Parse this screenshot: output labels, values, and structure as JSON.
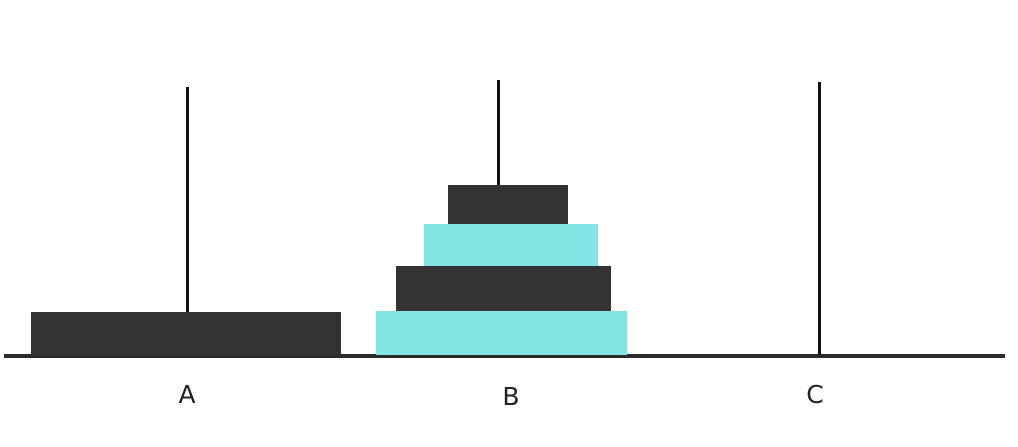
{
  "pegs": [
    {
      "label": "A",
      "disks": [
        {
          "size": 7,
          "color": "dark"
        }
      ]
    },
    {
      "label": "B",
      "disks": [
        {
          "size": 6,
          "color": "light"
        },
        {
          "size": 5,
          "color": "dark"
        },
        {
          "size": 4,
          "color": "light"
        },
        {
          "size": 3,
          "color": "dark"
        }
      ]
    },
    {
      "label": "C",
      "disks": []
    }
  ],
  "colors": {
    "dark": "#333333",
    "light": "#84e6e4",
    "rod": "#111111",
    "base": "#2b2b2b"
  }
}
